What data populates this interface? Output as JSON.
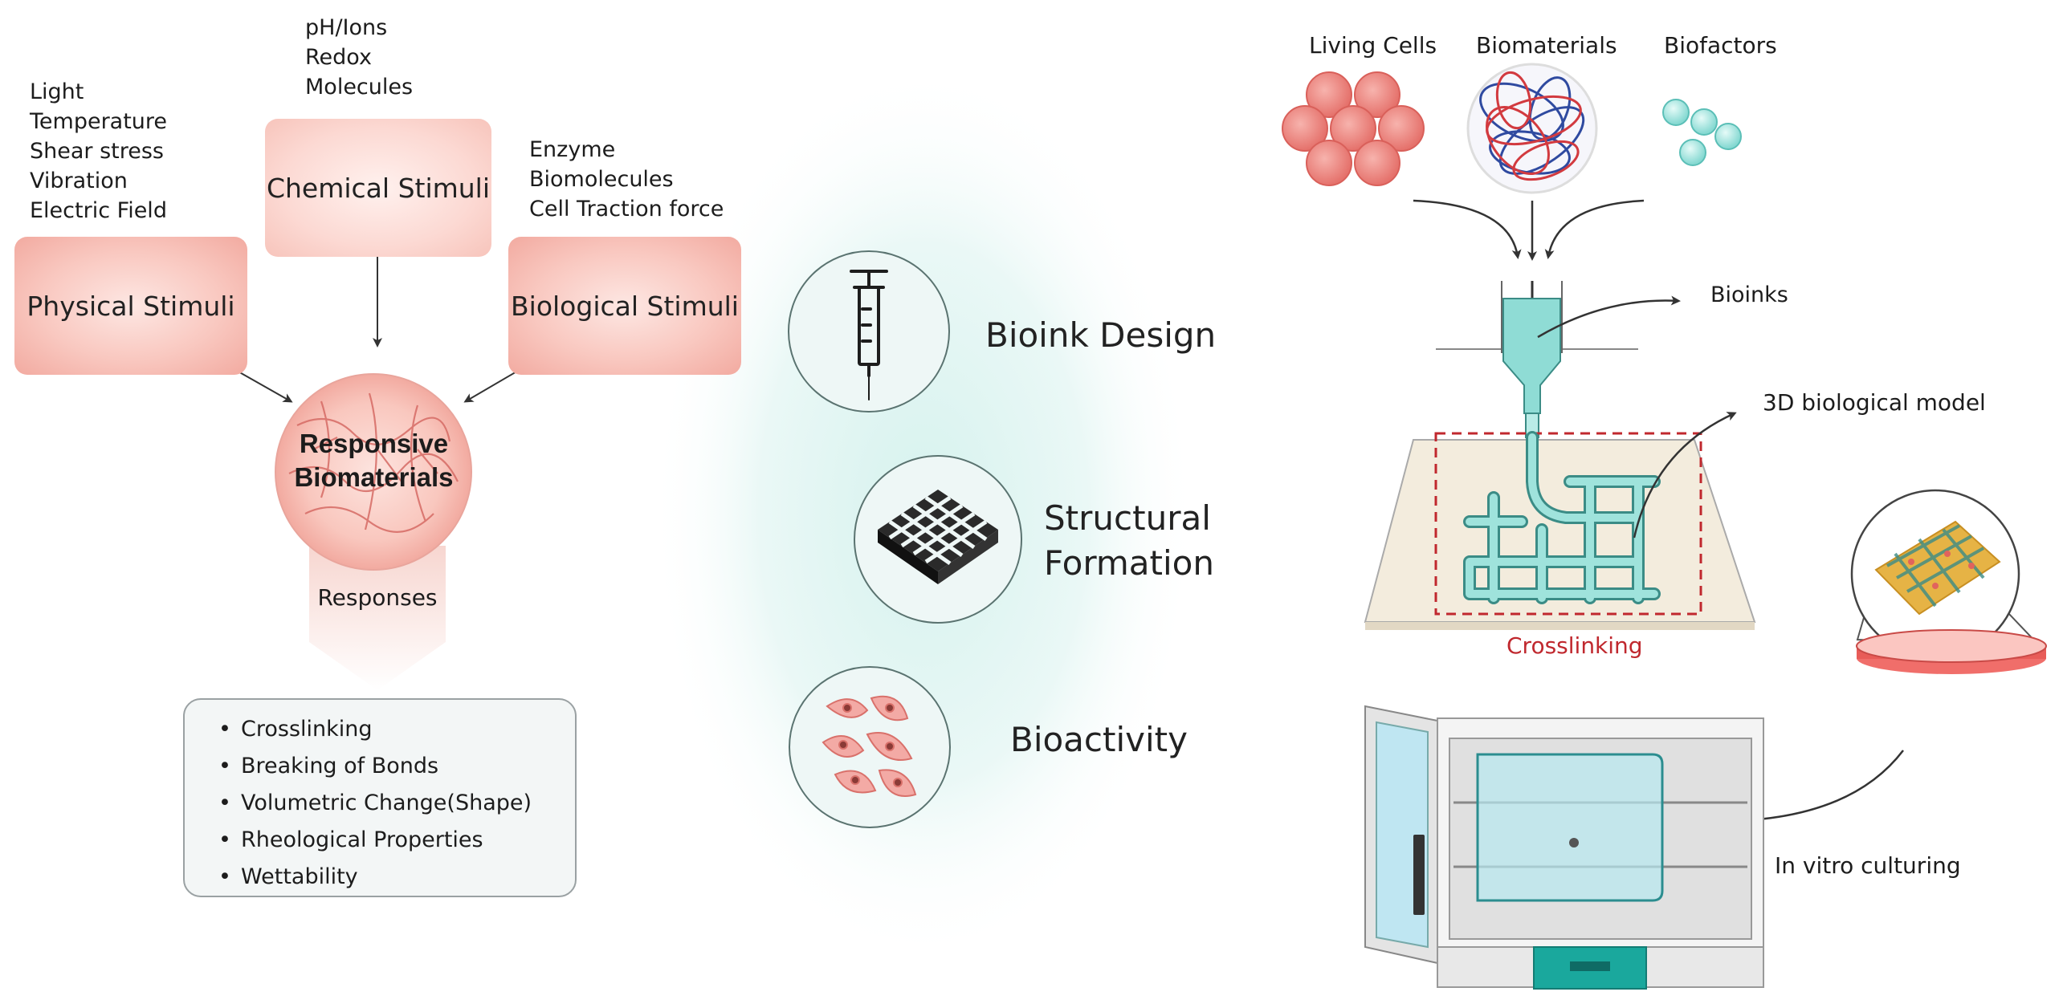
{
  "stimuli": {
    "physical": {
      "label": "Physical Stimuli",
      "factors": [
        "Light",
        "Temperature",
        "Shear stress",
        "Vibration",
        "Electric Field"
      ]
    },
    "chemical": {
      "label": "Chemical Stimuli",
      "factors": [
        "pH/Ions",
        "Redox",
        "Molecules"
      ]
    },
    "biological": {
      "label": "Biological Stimuli",
      "factors": [
        "Enzyme",
        "Biomolecules",
        "Cell Traction force"
      ]
    }
  },
  "center_node": {
    "line1": "Responsive",
    "line2": "Biomaterials"
  },
  "responses_label": "Responses",
  "responses": [
    "Crosslinking",
    "Breaking of Bonds",
    "Volumetric Change(Shape)",
    "Rheological Properties",
    "Wettability"
  ],
  "requirements": [
    {
      "label": "Bioink Design",
      "icon": "syringe-icon"
    },
    {
      "label_line1": "Structural",
      "label_line2": "Formation",
      "icon": "grid-scaffold-icon"
    },
    {
      "label": "Bioactivity",
      "icon": "cells-icon"
    }
  ],
  "printing": {
    "inputs": [
      "Living Cells",
      "Biomaterials",
      "Biofactors"
    ],
    "bioinks": "Bioinks",
    "model": "3D biological model",
    "crosslinking": "Crosslinking",
    "culturing": "In vitro culturing"
  },
  "colors": {
    "accent_red": "#c0282e",
    "stimulus_pink": "#f4aaa0",
    "bioink_teal": "#7fd6d0",
    "cell_pink": "#ef8c86",
    "incubator_teal": "#1aa89d"
  }
}
